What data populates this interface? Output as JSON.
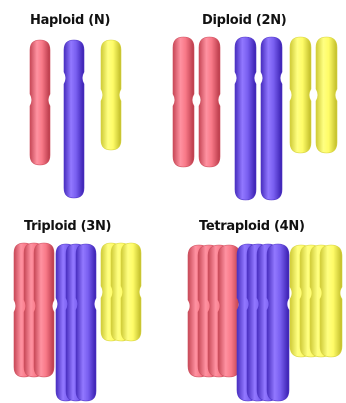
{
  "colors": {
    "red": "#ee6f7e",
    "blue": "#6f55e6",
    "yellow": "#f6f25e"
  },
  "panels": [
    {
      "id": "haploid",
      "title": "Haploid (N)",
      "copies": 1
    },
    {
      "id": "diploid",
      "title": "Diploid (2N)",
      "copies": 2
    },
    {
      "id": "triploid",
      "title": "Triploid (3N)",
      "copies": 3
    },
    {
      "id": "tetraploid",
      "title": "Tetraploid (4N)",
      "copies": 4
    }
  ]
}
